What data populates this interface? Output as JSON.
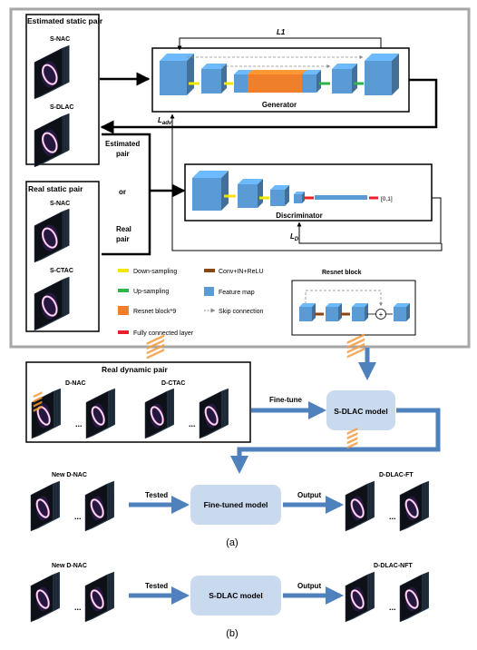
{
  "panel_a": {
    "estimated_static_pair": "Estimated static pair",
    "s_nac": "S-NAC",
    "s_dlac": "S-DLAC",
    "estimated_pair_line1": "Estimated",
    "estimated_pair_line2": "pair",
    "or": "or",
    "real_pair_line1": "Real",
    "real_pair_line2": "pair",
    "real_static_pair": "Real static pair",
    "s_nac_2": "S-NAC",
    "s_ctac": "S-CTAC",
    "generator": "Generator",
    "discriminator": "Discriminator",
    "l1": "L1",
    "l_adv_main": "L",
    "l_adv_sub": "adv",
    "l_d_main": "L",
    "l_d_sub": "D",
    "output_range": "[0,1]"
  },
  "legend": {
    "down_sampling": "Down-sampling",
    "up_sampling": "Up-sampling",
    "resnet_block9": "Resnet block*9",
    "fully_connected": "Fully connected layer",
    "conv_in_relu": "Conv+IN+ReLU",
    "feature_map": "Feature map",
    "skip_connection": "Skip connection",
    "resnet_block_title": "Resnet block",
    "plus": "+"
  },
  "colors": {
    "down": "#f2e600",
    "up": "#2fb34a",
    "resnet": "#ef7f2a",
    "fc": "#e8202a",
    "conv": "#8b4513",
    "feature": "#5b9bd5",
    "flow": "#4f81bd",
    "model_box": "#c9d9ee"
  },
  "panel_bottom": {
    "real_dynamic_pair": "Real dynamic pair",
    "d_nac": "D-NAC",
    "d_ctac": "D-CTAC",
    "ellipsis": "...",
    "fine_tune": "Fine-tune",
    "s_dlac_model": "S-DLAC model",
    "new_d_nac_1": "New D-NAC",
    "tested_1": "Tested",
    "fine_tuned_model": "Fine-tuned model",
    "output_1": "Output",
    "d_dlac_ft": "D-DLAC-FT",
    "label_a": "(a)",
    "new_d_nac_2": "New D-NAC",
    "tested_2": "Tested",
    "s_dlac_model_2": "S-DLAC model",
    "output_2": "Output",
    "d_dlac_nft": "D-DLAC-NFT",
    "label_b": "(b)"
  }
}
